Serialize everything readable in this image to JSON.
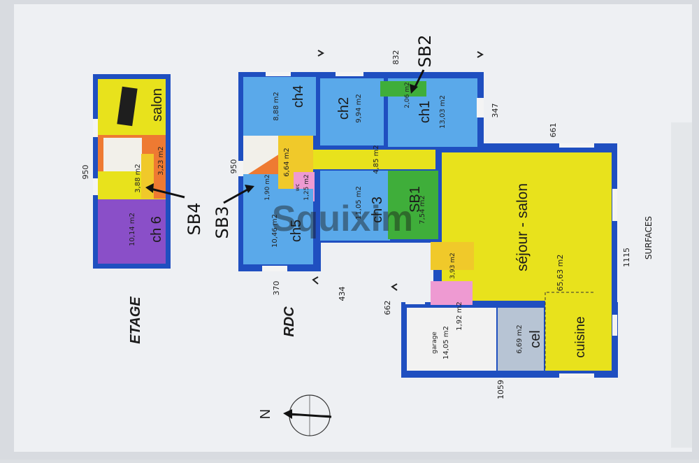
{
  "sections": {
    "etage": "ETAGE",
    "rdc": "RDC",
    "surfaces": "SURFACES"
  },
  "compass": {
    "north": "N"
  },
  "watermark": "Squixim",
  "rooms": {
    "salon_etage": {
      "name": "salon"
    },
    "ch6": {
      "name": "ch 6",
      "area": "10,14 m2"
    },
    "etage_small1": {
      "area": "3,88 m2"
    },
    "etage_small2": {
      "area": "3,23 m2"
    },
    "ch4": {
      "name": "ch4",
      "area": "8,88 m2"
    },
    "ch2": {
      "name": "ch2",
      "area": "9,94 m2"
    },
    "ch1": {
      "name": "ch1",
      "area": "13,03 m2"
    },
    "sb2": {
      "area": "2,06 m2"
    },
    "hall": {
      "area": "6,64 m2"
    },
    "corridor": {
      "area": "4,85 m2"
    },
    "wc": {
      "name": "wc",
      "area": "1,25 m2"
    },
    "sb3": {
      "area": "1,90 m2"
    },
    "ch5": {
      "name": "ch5",
      "area": "10,46 m2"
    },
    "ch3": {
      "name": "ch 3",
      "area": "11,05 m2"
    },
    "sb1": {
      "name": "SB1",
      "area": "7,54 m2"
    },
    "sejour": {
      "name": "séjour - salon",
      "area": "65,63 m2"
    },
    "cuisine": {
      "name": "cuisine"
    },
    "cel": {
      "name": "cel",
      "area": "6,69 m2"
    },
    "garage": {
      "name": "garage",
      "area": "14,05 m2"
    },
    "small_a": {
      "area": "3,93 m2"
    },
    "small_b": {
      "area": "1,92 m2"
    }
  },
  "callouts": {
    "sb2": "SB2",
    "sb3": "SB3",
    "sb4": "SB4"
  },
  "dimensions": {
    "d950_left": "950",
    "d950_mid": "950",
    "d832": "832",
    "d347": "347",
    "d661": "661",
    "d1115": "1115",
    "d370": "370",
    "d434": "434",
    "d662": "662",
    "d1059": "1059"
  },
  "colors": {
    "wall": "#1f4fc0",
    "blue_room": "#5aa9ea",
    "yellow": "#e8e21c",
    "green": "#3fae3a",
    "purple": "#8a4fc8",
    "orange": "#ee7a32",
    "pink": "#ee9ad2",
    "grey": "#b7c4d4",
    "paper": "#eef0f3"
  }
}
